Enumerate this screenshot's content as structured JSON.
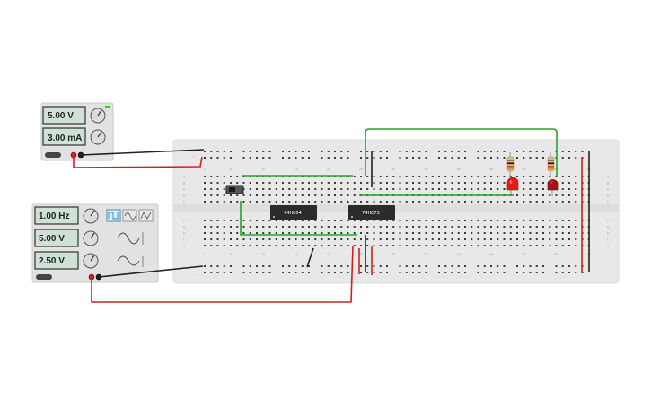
{
  "power_supply": {
    "voltage": "5.00 V",
    "current": "3.00 mA"
  },
  "function_generator": {
    "frequency": "1.00 Hz",
    "amplitude": "5.00 V",
    "offset": "2.50 V"
  },
  "chips": {
    "chip1": "74HC04",
    "chip2": "74HC73"
  },
  "breadboard": {
    "column_numbers": [
      "1",
      "5",
      "10",
      "15",
      "20",
      "25",
      "30",
      "35",
      "40",
      "45",
      "50",
      "55",
      "60"
    ],
    "row_letters_top": [
      "A",
      "B",
      "C",
      "D",
      "E"
    ],
    "row_letters_bottom": [
      "F",
      "G",
      "H",
      "I",
      "J"
    ]
  },
  "colors": {
    "board": "#e8e8e8",
    "wire_green": "#22a52a",
    "wire_red": "#cc2222",
    "wire_black": "#222222",
    "led_red": "#e31b1b",
    "led_dark_red": "#a01515"
  }
}
